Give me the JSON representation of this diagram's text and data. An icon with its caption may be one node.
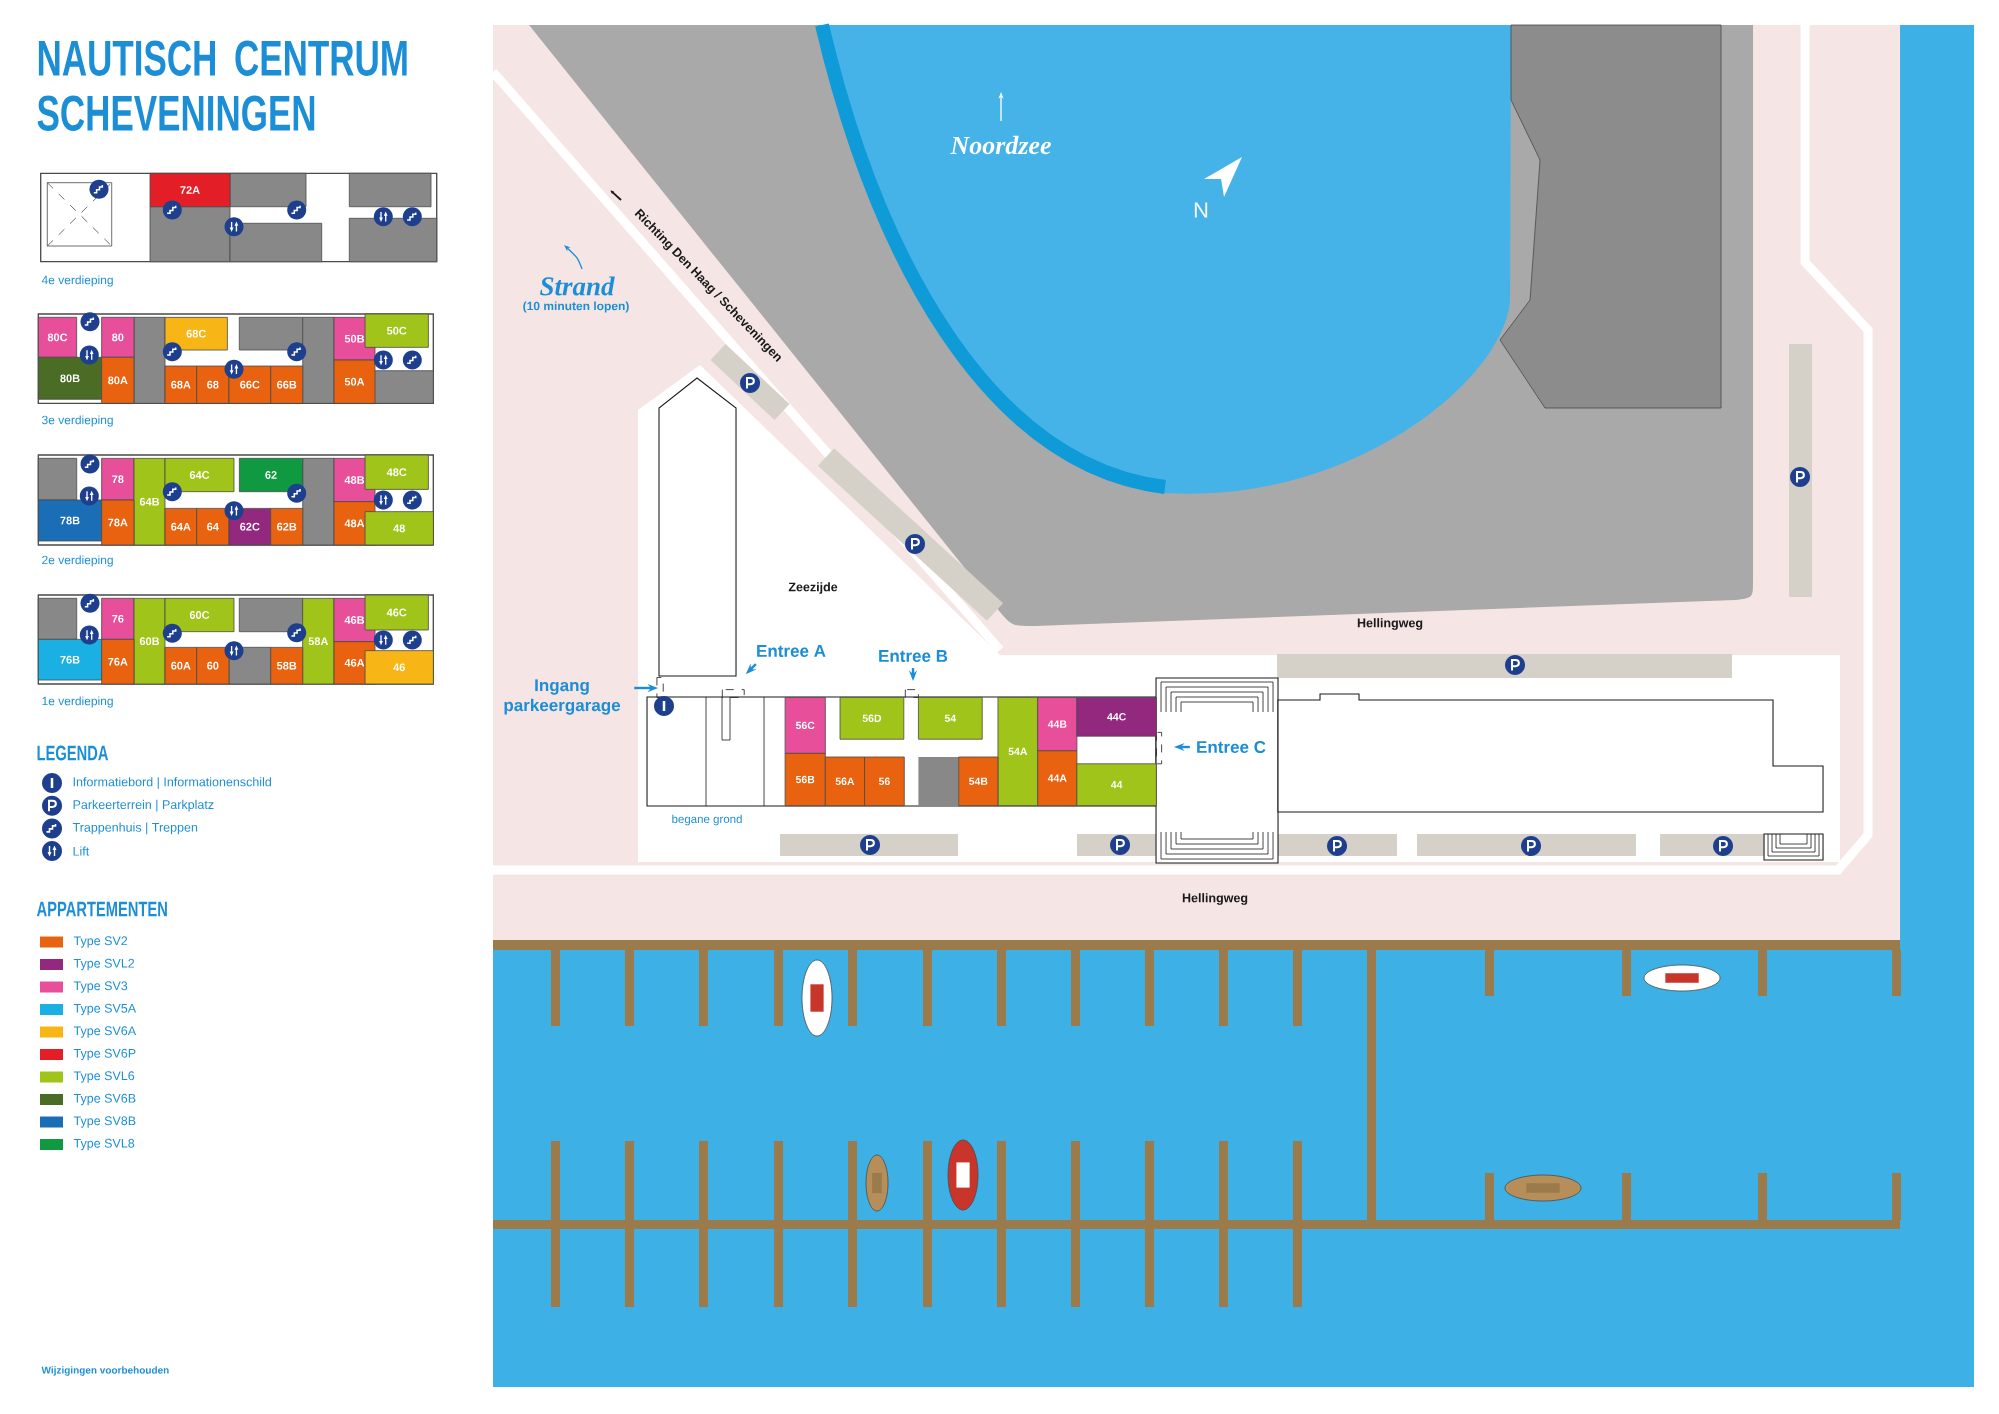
{
  "diagram": {
    "title": "NAUTISCH CENTRUM SCHEVENINGEN",
    "nodes": [
      {
        "text": [
          "72A"
        ]
      },
      {
        "text": [
          "80C"
        ]
      },
      {
        "text": [
          "80"
        ]
      },
      {
        "text": [
          "68C"
        ]
      },
      {
        "text": [
          "50B"
        ]
      },
      {
        "text": [
          "50C"
        ]
      },
      {
        "text": [
          "80B"
        ]
      },
      {
        "text": [
          "80A"
        ]
      },
      {
        "text": [
          "68A"
        ]
      },
      {
        "text": [
          "68"
        ]
      },
      {
        "text": [
          "66C"
        ]
      },
      {
        "text": [
          "66B"
        ]
      },
      {
        "text": [
          "50A"
        ]
      },
      {
        "text": [
          "78"
        ]
      },
      {
        "text": [
          "64B"
        ]
      },
      {
        "text": [
          "64C"
        ]
      },
      {
        "text": [
          "62"
        ]
      },
      {
        "text": [
          "48B"
        ]
      },
      {
        "text": [
          "48C"
        ]
      },
      {
        "text": [
          "78B"
        ]
      },
      {
        "text": [
          "78A"
        ]
      },
      {
        "text": [
          "64A"
        ]
      },
      {
        "text": [
          "64"
        ]
      },
      {
        "text": [
          "62C"
        ]
      },
      {
        "text": [
          "62B"
        ]
      },
      {
        "text": [
          "48A"
        ]
      },
      {
        "text": [
          "48"
        ]
      },
      {
        "text": [
          "76"
        ]
      },
      {
        "text": [
          "60B"
        ]
      },
      {
        "text": [
          "60C"
        ]
      },
      {
        "text": [
          "58A"
        ]
      },
      {
        "text": [
          "46B"
        ]
      },
      {
        "text": [
          "46C"
        ]
      },
      {
        "text": [
          "76B"
        ]
      },
      {
        "text": [
          "76A"
        ]
      },
      {
        "text": [
          "60A"
        ]
      },
      {
        "text": [
          "60"
        ]
      },
      {
        "text": [
          "58B"
        ]
      },
      {
        "text": [
          "46A"
        ]
      },
      {
        "text": [
          "46"
        ]
      },
      {
        "text": [
          "Entree A"
        ]
      },
      {
        "text": [
          "Entree B"
        ]
      },
      {
        "text": [
          "Ingang parkeergarage"
        ]
      },
      {
        "text": [
          "56C"
        ]
      },
      {
        "text": [
          "56D"
        ]
      },
      {
        "text": [
          "54"
        ]
      },
      {
        "text": [
          "54A"
        ]
      },
      {
        "text": [
          "44B"
        ]
      },
      {
        "text": [
          "44C"
        ]
      },
      {
        "text": [
          "Entree C"
        ]
      },
      {
        "text": [
          "56B"
        ]
      },
      {
        "text": [
          "56A"
        ]
      },
      {
        "text": [
          "56"
        ]
      },
      {
        "text": [
          "54B"
        ]
      },
      {
        "text": [
          "44A"
        ]
      },
      {
        "text": [
          "44"
        ]
      }
    ],
    "edges": [
      {
        "from": 42,
        "to": null,
        "arrow": "to"
      },
      {
        "from": 40,
        "to": null,
        "arrow": "to"
      },
      {
        "from": 41,
        "to": null,
        "arrow": "to"
      },
      {
        "from": 49,
        "to": null,
        "arrow": "to"
      }
    ],
    "labels": [
      "4e verdieping",
      "3e verdieping",
      "2e verdieping",
      "1e verdieping",
      "LEGENDA",
      "APPARTEMENTEN",
      "Wijzigingen voorbehouden",
      "Richting Den Haag / Scheveningen",
      "Strand",
      "(10 minuten lopen)",
      "Noordzee",
      "N",
      "Zeezijde",
      "Hellingweg",
      "begane grond",
      "Hellingweg"
    ],
    "legend": [
      {
        "text": "Informatiebord | Informationenschild"
      },
      {
        "text": "Parkeerterrein | Parkplatz"
      },
      {
        "text": "Trappenhuis | Treppen"
      },
      {
        "text": "Lift"
      },
      {
        "text": "Type SV2",
        "color": "#e8620f"
      },
      {
        "text": "Type SVL2",
        "color": "#93297f"
      },
      {
        "text": "Type SV3",
        "color": "#e84f9b"
      },
      {
        "text": "Type SV5A",
        "color": "#1bb0e3"
      },
      {
        "text": "Type SV6A",
        "color": "#f7b516"
      },
      {
        "text": "Type SV6P",
        "color": "#e31e26"
      },
      {
        "text": "Type SVL6",
        "color": "#a1c41a"
      },
      {
        "text": "Type SV6B",
        "color": "#4a6c25"
      },
      {
        "text": "Type SV8B",
        "color": "#1a6eb5"
      },
      {
        "text": "Type SVL8",
        "color": "#0f9a42"
      }
    ]
  }
}
